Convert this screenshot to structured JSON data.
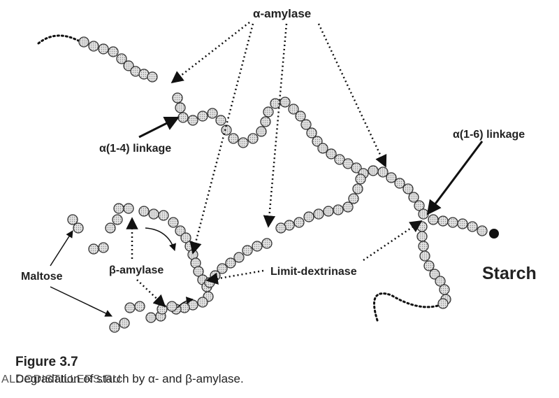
{
  "labels": {
    "alpha_amylase": "α-amylase",
    "alpha14_linkage": "α(1-4) linkage",
    "alpha16_linkage": "α(1-6) linkage",
    "maltose": "Maltose",
    "beta_amylase": "β-amylase",
    "limit_dextrinase": "Limit-dextrinase",
    "starch": "Starch"
  },
  "caption": {
    "figure_number": "Figure 3.7",
    "text": "Degradation of starch by α- and β-amylase."
  },
  "watermark": "ALCODISTILLERS.RU",
  "colors": {
    "bead_fill": "#e2e2e2",
    "bead_stroke": "#333333",
    "arrow": "#111111",
    "text": "#222222"
  }
}
